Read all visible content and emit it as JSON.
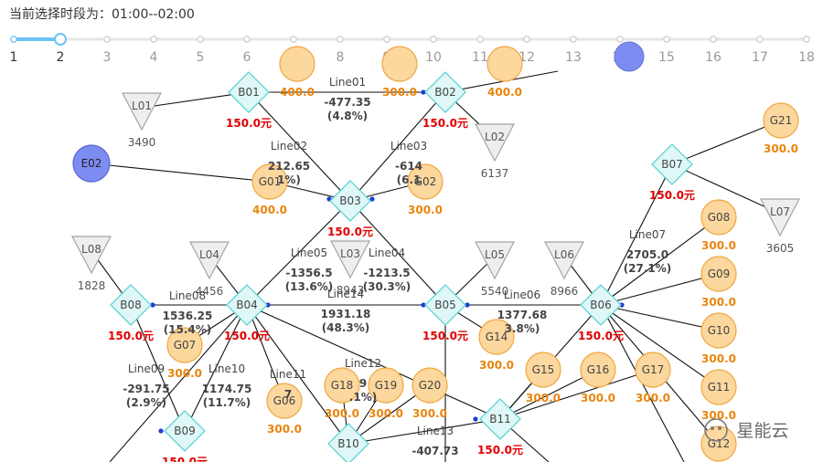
{
  "header": {
    "prefix": "当前选择时段为：",
    "period": "01:00--02:00"
  },
  "timeline": {
    "labels": [
      "1",
      "2",
      "3",
      "4",
      "5",
      "6",
      "7",
      "8",
      "9",
      "10",
      "11",
      "12",
      "13",
      "14",
      "15",
      "16",
      "17",
      "18"
    ],
    "selected_start": 1,
    "selected_end": 2
  },
  "colors": {
    "accent": "#6ec1f6",
    "bus_fill": "#dff7f7",
    "bus_stroke": "#4fd1cf",
    "gen_fill": "#fcd79e",
    "gen_stroke": "#f0a740",
    "gen_text": "#e8850c",
    "load_fill": "#eeeeee",
    "load_stroke": "#a3a3a3",
    "ext_fill": "#7d8cf0",
    "price_text": "#e00000"
  },
  "watermark": "星能云",
  "buses": [
    {
      "id": "B01",
      "price": "150.0元"
    },
    {
      "id": "B02",
      "price": "150.0元"
    },
    {
      "id": "B03",
      "price": "150.0元"
    },
    {
      "id": "B04",
      "price": "150.0元"
    },
    {
      "id": "B05",
      "price": "150.0元"
    },
    {
      "id": "B06",
      "price": "150.0元"
    },
    {
      "id": "B07",
      "price": "150.0元"
    },
    {
      "id": "B08",
      "price": "150.0元"
    },
    {
      "id": "B09",
      "price": "150.0元"
    },
    {
      "id": "B10",
      "price": ""
    },
    {
      "id": "B11",
      "price": "150.0元"
    }
  ],
  "generators": [
    {
      "id": "G01",
      "value": "400.0"
    },
    {
      "id": "G02",
      "value": "300.0"
    },
    {
      "id": "G06",
      "value": "300.0"
    },
    {
      "id": "G07",
      "value": "300.0"
    },
    {
      "id": "G08",
      "value": "300.0"
    },
    {
      "id": "G09",
      "value": "300.0"
    },
    {
      "id": "G10",
      "value": "300.0"
    },
    {
      "id": "G11",
      "value": "300.0"
    },
    {
      "id": "G12",
      "value": ""
    },
    {
      "id": "G14",
      "value": "300.0"
    },
    {
      "id": "G15",
      "value": "300.0"
    },
    {
      "id": "G16",
      "value": "300.0"
    },
    {
      "id": "G17",
      "value": "300.0"
    },
    {
      "id": "G18",
      "value": "300.0"
    },
    {
      "id": "G19",
      "value": "300.0"
    },
    {
      "id": "G20",
      "value": "300.0"
    },
    {
      "id": "G21",
      "value": "300.0"
    },
    {
      "id": "",
      "value": "400.0"
    },
    {
      "id": "",
      "value": "300.0"
    },
    {
      "id": "",
      "value": "400.0"
    }
  ],
  "loads": [
    {
      "id": "L01",
      "value": "3490"
    },
    {
      "id": "L02",
      "value": "6137"
    },
    {
      "id": "L03",
      "value": "8943"
    },
    {
      "id": "L04",
      "value": "4456"
    },
    {
      "id": "L05",
      "value": "5540"
    },
    {
      "id": "L06",
      "value": "8966"
    },
    {
      "id": "L07",
      "value": "3605"
    },
    {
      "id": "L08",
      "value": "1828"
    }
  ],
  "externals": [
    {
      "id": "E02"
    }
  ],
  "lines": [
    {
      "name": "Line01",
      "flow": "-477.35",
      "pct": "(4.8%)"
    },
    {
      "name": "Line02",
      "flow": "212.65",
      "pct": "1%)"
    },
    {
      "name": "Line03",
      "flow": "-614",
      "pct": "(6.1"
    },
    {
      "name": "Line04",
      "flow": "-1213.5",
      "pct": "(30.3%)"
    },
    {
      "name": "Line05",
      "flow": "-1356.5",
      "pct": "(13.6%)"
    },
    {
      "name": "Line06",
      "flow": "1377.68",
      "pct": "3.8%)"
    },
    {
      "name": "Line07",
      "flow": "2705.0",
      "pct": "(27.1%)"
    },
    {
      "name": "Line08",
      "flow": "1536.25",
      "pct": "(15.4%)"
    },
    {
      "name": "Line09",
      "flow": "-291.75",
      "pct": "(2.9%)"
    },
    {
      "name": "Line10",
      "flow": "1174.75",
      "pct": "(11.7%)"
    },
    {
      "name": "Line11",
      "flow": "7",
      "pct": ""
    },
    {
      "name": "Line12",
      "flow": "9",
      "pct": ".1%)"
    },
    {
      "name": "Line13",
      "flow": "-407.73",
      "pct": ""
    },
    {
      "name": "Line14",
      "flow": "1931.18",
      "pct": "(48.3%)"
    }
  ]
}
